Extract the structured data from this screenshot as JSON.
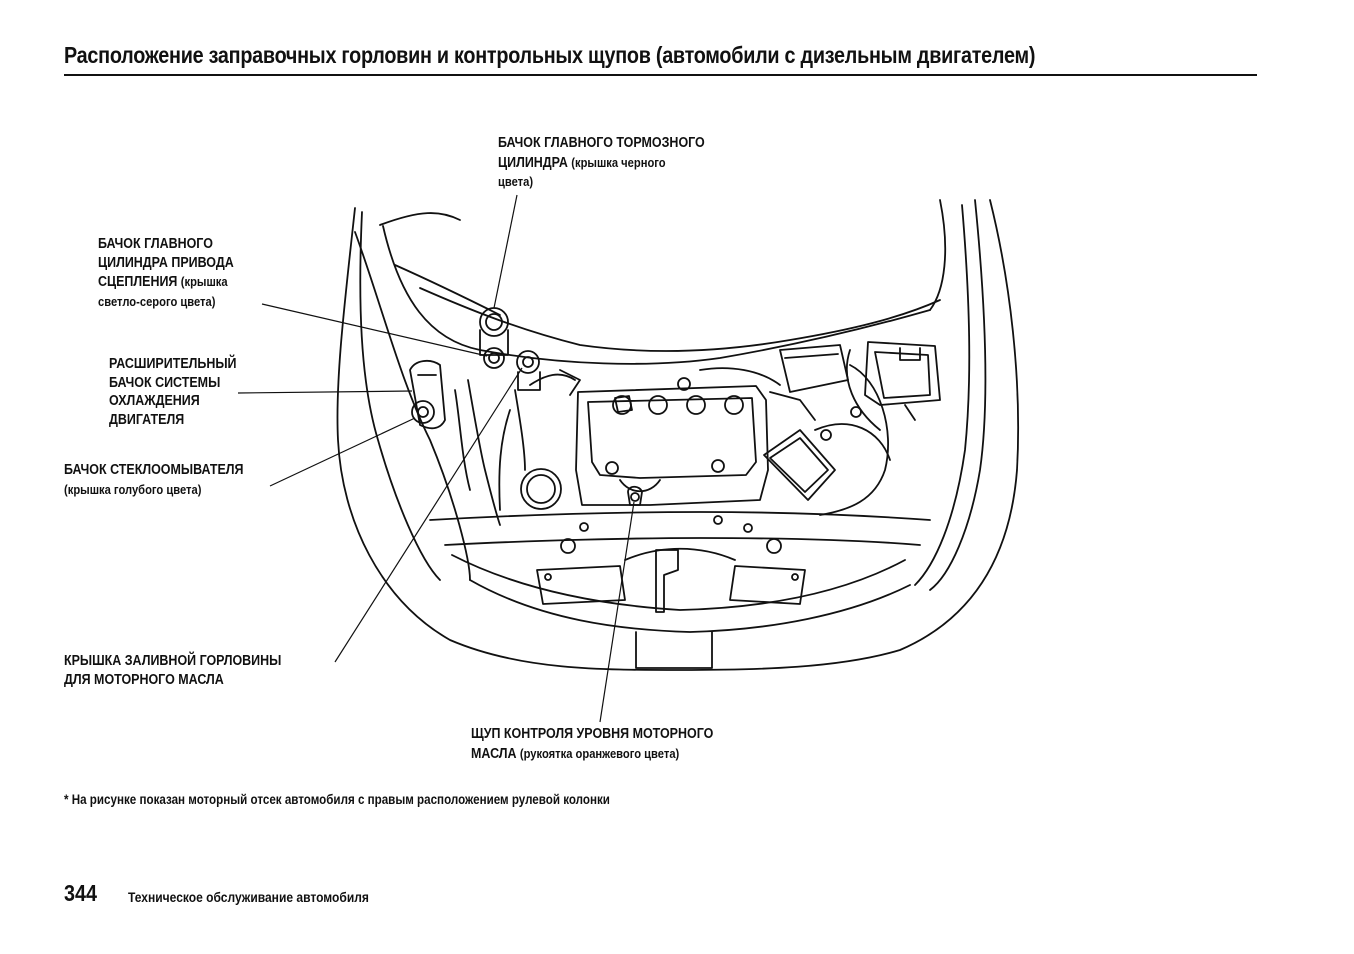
{
  "page": {
    "title": "Расположение заправочных горловин и контрольных щупов (автомобили с дизельным двигателем)",
    "footnote": "* На рисунке показан моторный отсек автомобиля с правым расположением рулевой колонки",
    "page_number": "344",
    "section_name": "Техническое обслуживание автомобиля"
  },
  "callouts": {
    "brake_reservoir": {
      "line1": "БАЧОК ГЛАВНОГО ТОРМОЗНОГО",
      "line2_upper": "ЦИЛИНДРА",
      "line2_lower": "(крышка черного",
      "line3_lower": "цвета)"
    },
    "clutch_reservoir": {
      "line1": "БАЧОК ГЛАВНОГО",
      "line2": "ЦИЛИНДРА ПРИВОДА",
      "line3_upper": "СЦЕПЛЕНИЯ",
      "line3_lower": "(крышка",
      "line4_lower": "светло-серого цвета)"
    },
    "coolant_reservoir": {
      "line1": "РАСШИРИТЕЛЬНЫЙ",
      "line2": "БАЧОК СИСТЕМЫ",
      "line3": "ОХЛАЖДЕНИЯ",
      "line4": "ДВИГАТЕЛЯ"
    },
    "washer_reservoir": {
      "line1": "БАЧОК СТЕКЛООМЫВАТЕЛЯ",
      "line2_lower": "(крышка голубого цвета)"
    },
    "oil_filler_cap": {
      "line1": "КРЫШКА ЗАЛИВНОЙ ГОРЛОВИНЫ",
      "line2": "ДЛЯ МОТОРНОГО МАСЛА"
    },
    "oil_dipstick": {
      "line1": "ЩУП КОНТРОЛЯ УРОВНЯ МОТОРНОГО",
      "line2_upper": "МАСЛА",
      "line2_lower": "(рукоятка оранжевого цвета)"
    }
  },
  "illustration": {
    "subject": "engine-compartment-line-drawing",
    "stroke_color": "#111111",
    "background_color": "#ffffff"
  }
}
